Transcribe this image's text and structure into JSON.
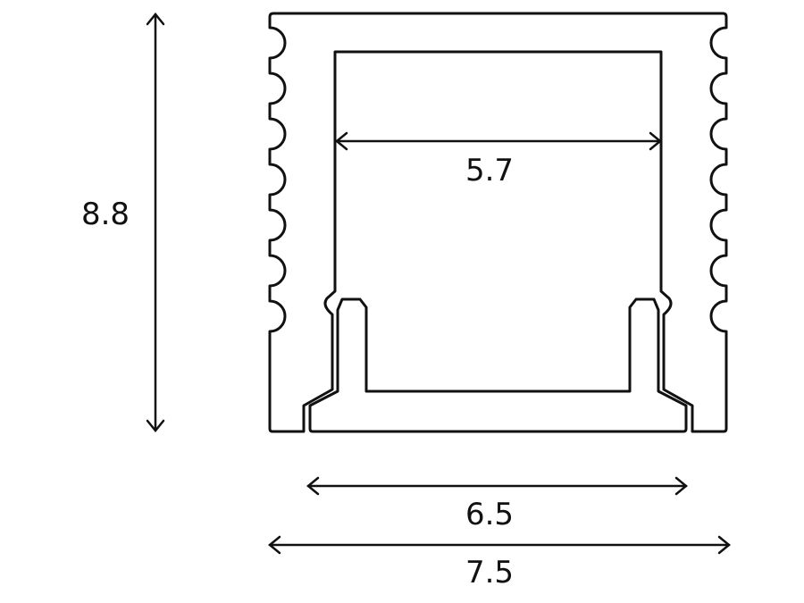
{
  "diagram": {
    "dimensions": {
      "height": "8.8",
      "inner_width": "5.7",
      "insert_width": "6.5",
      "outer_width": "7.5"
    },
    "colors": {
      "line": "#111111",
      "background": "#ffffff"
    }
  }
}
